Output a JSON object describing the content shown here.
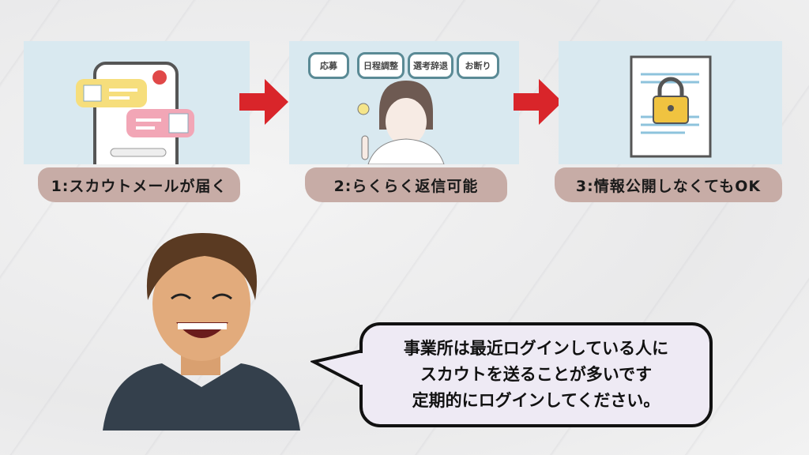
{
  "steps": [
    {
      "label": "1:スカウトメールが届く"
    },
    {
      "label": "2:らくらく返信可能",
      "buttons": [
        "応募",
        "日程調整",
        "選考辞退",
        "お断り"
      ]
    },
    {
      "label": "3:情報公開しなくてもOK"
    }
  ],
  "speech": {
    "lines": [
      "事業所は最近ログインしている人に",
      "スカウトを送ることが多いです",
      "定期的にログインしてください。"
    ]
  },
  "colors": {
    "arrow": "#d9252a",
    "panel": "#d9e9f0",
    "label_bg": "#c7aca6"
  }
}
